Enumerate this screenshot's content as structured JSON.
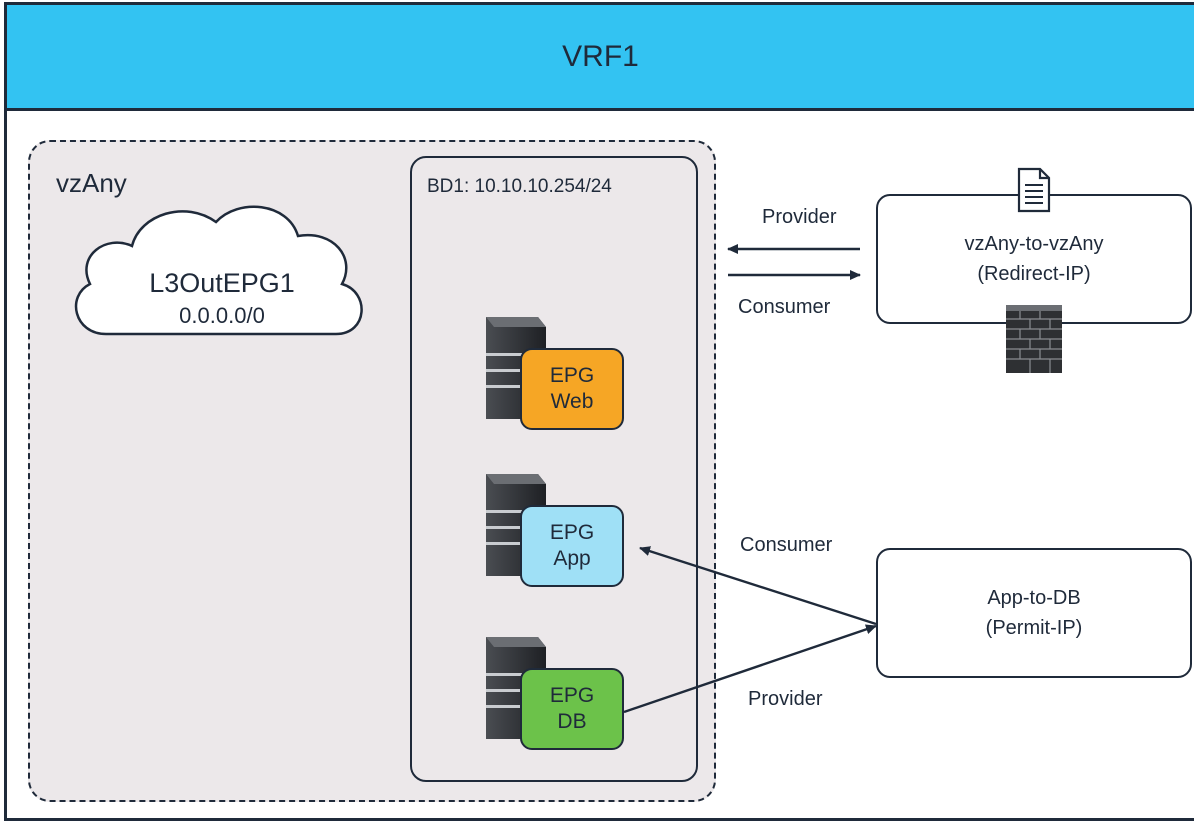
{
  "vrf": {
    "title": "VRF1"
  },
  "vzany": {
    "label": "vzAny",
    "l3out": {
      "name": "L3OutEPG1",
      "subnet": "0.0.0.0/0"
    },
    "bd": {
      "label": "BD1: 10.10.10.254/24"
    },
    "epgs": [
      {
        "line1": "EPG",
        "line2": "Web",
        "color": "#f6a625"
      },
      {
        "line1": "EPG",
        "line2": "App",
        "color": "#9fe0f6"
      },
      {
        "line1": "EPG",
        "line2": "DB",
        "color": "#6cc24a"
      }
    ]
  },
  "contracts": [
    {
      "name": "vzAny-to-vzAny",
      "type": "(Redirect-IP)",
      "icons": [
        "document-icon",
        "firewall-icon"
      ]
    },
    {
      "name": "App-to-DB",
      "type": "(Permit-IP)"
    }
  ],
  "relations": {
    "top_provider": "Provider",
    "top_consumer": "Consumer",
    "bottom_consumer": "Consumer",
    "bottom_provider": "Provider"
  },
  "colors": {
    "vrf_header": "#33c3f2",
    "vzany_bg": "#ece8ea",
    "line": "#1f2a3a"
  }
}
